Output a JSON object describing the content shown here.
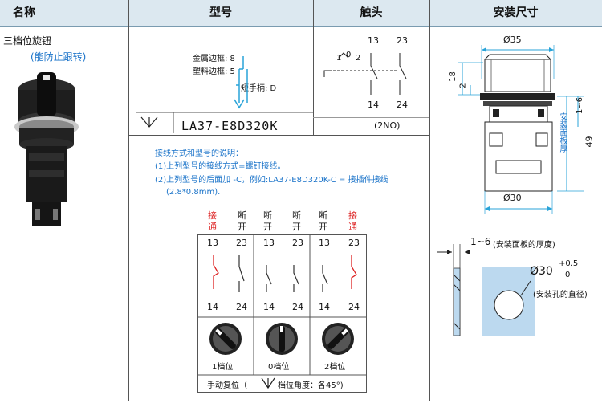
{
  "headers": {
    "name": "名称",
    "model": "型号",
    "contact": "触头",
    "dimensions": "安装尺寸"
  },
  "product": {
    "name": "三档位旋钮",
    "feature": "(能防止跟转)"
  },
  "model_block": {
    "metal_bezel": "金属边框: 8",
    "plastic_bezel": "塑料边框: 5",
    "short_handle": "短手柄: D",
    "model_code": "LA37-E8D320K"
  },
  "contact_block": {
    "pos_labels": [
      "1",
      "0",
      "2"
    ],
    "top_left": "13",
    "top_right": "23",
    "bottom_left": "14",
    "bottom_right": "24",
    "type": "(2NO)"
  },
  "notes": {
    "title": "接线方式和型号的说明：",
    "line1": "(1)上列型号的接线方式=螺钉接线。",
    "line2": "(2)上列型号的后面加 -C，例如:LA37-E8D320K-C = 接插件接线",
    "line3": "(2.8*0.8mm)."
  },
  "state_table": {
    "headers": [
      {
        "top": "接",
        "bottom": "通",
        "color": "red"
      },
      {
        "top": "断",
        "bottom": "开",
        "color": "black"
      },
      {
        "top": "断",
        "bottom": "开",
        "color": "black"
      },
      {
        "top": "断",
        "bottom": "开",
        "color": "black"
      },
      {
        "top": "断",
        "bottom": "开",
        "color": "black"
      },
      {
        "top": "接",
        "bottom": "通",
        "color": "red"
      }
    ],
    "terminal_top": [
      "13",
      "23",
      "13",
      "23",
      "13",
      "23"
    ],
    "terminal_bottom": [
      "14",
      "24",
      "14",
      "24",
      "14",
      "24"
    ],
    "positions": [
      "1档位",
      "0档位",
      "2档位"
    ],
    "footer_a": "手动复位（",
    "footer_b": "档位角度：各45°)"
  },
  "dimension_block": {
    "d35": "Ø35",
    "h18": "18",
    "h2": "2",
    "h1_6": "1~6",
    "h49": "49",
    "panel_thickness_side": "安装面板厚",
    "d30": "Ø30",
    "panel_range": "1~6",
    "panel_range_note": "(安装面板的厚度)",
    "hole_diameter": "Ø30",
    "tol_upper": "+0.5",
    "tol_lower": "0",
    "hole_note": "(安装孔的直径)"
  },
  "colors": {
    "header_bg": "#dce8f0",
    "note_blue": "#1a73c9",
    "accent_red": "#d22222",
    "panel_blue": "#bcd9ef"
  }
}
